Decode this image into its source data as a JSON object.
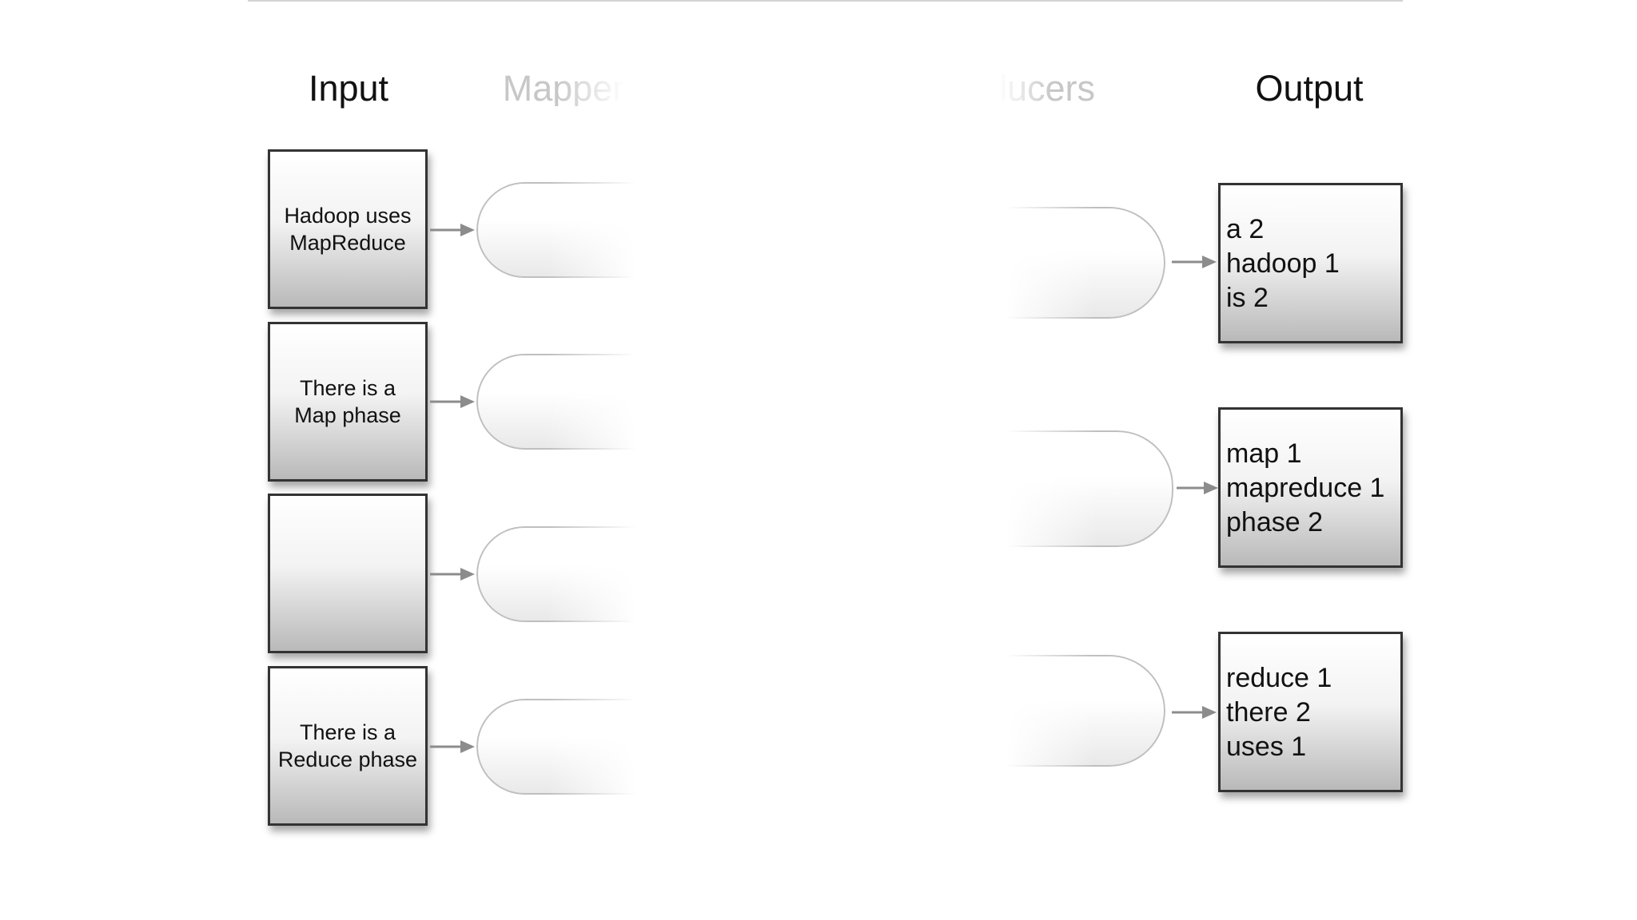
{
  "columns": {
    "input": "Input",
    "mappers": "Mapper",
    "reducers": "lucers",
    "output": "Output"
  },
  "inputs": [
    "Hadoop uses\nMapReduce",
    "There is a\nMap phase",
    "",
    "There is a\nReduce phase"
  ],
  "outputs": [
    [
      "a 2",
      "hadoop 1",
      "is 2"
    ],
    [
      "map 1",
      "mapreduce 1",
      "phase 2"
    ],
    [
      "reduce 1",
      "there 2",
      "uses 1"
    ]
  ],
  "colors": {
    "box_border": "#333333",
    "arrow": "#8c8c8c",
    "faded_text": "#c7c7c7",
    "rule": "#d3d3d3"
  }
}
